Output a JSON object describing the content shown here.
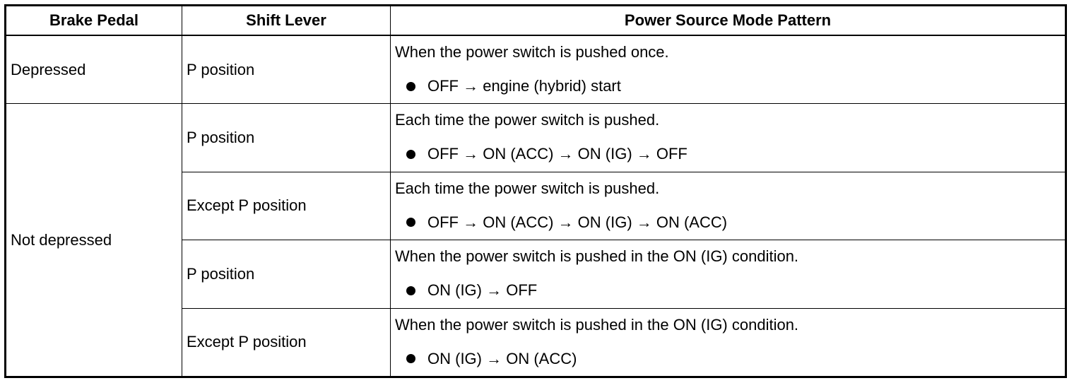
{
  "table": {
    "headers": {
      "brake_pedal": "Brake Pedal",
      "shift_lever": "Shift Lever",
      "pattern": "Power Source Mode Pattern"
    },
    "brake_groups": [
      {
        "label": "Depressed"
      },
      {
        "label": "Not depressed"
      }
    ],
    "rows": [
      {
        "shift": "P position",
        "desc": "When the power switch is pushed once.",
        "sequence": "OFF → engine (hybrid) start"
      },
      {
        "shift": "P position",
        "desc": "Each time the power switch is pushed.",
        "sequence": "OFF → ON (ACC) → ON (IG) → OFF"
      },
      {
        "shift": "Except P position",
        "desc": "Each time the power switch is pushed.",
        "sequence": "OFF → ON (ACC) → ON (IG) → ON (ACC)"
      },
      {
        "shift": "P position",
        "desc": "When the power switch is pushed in the ON (IG) condition.",
        "sequence": "ON (IG) → OFF"
      },
      {
        "shift": "Except P position",
        "desc": "When the power switch is pushed in the ON (IG) condition.",
        "sequence": "ON (IG) → ON (ACC)"
      }
    ]
  }
}
